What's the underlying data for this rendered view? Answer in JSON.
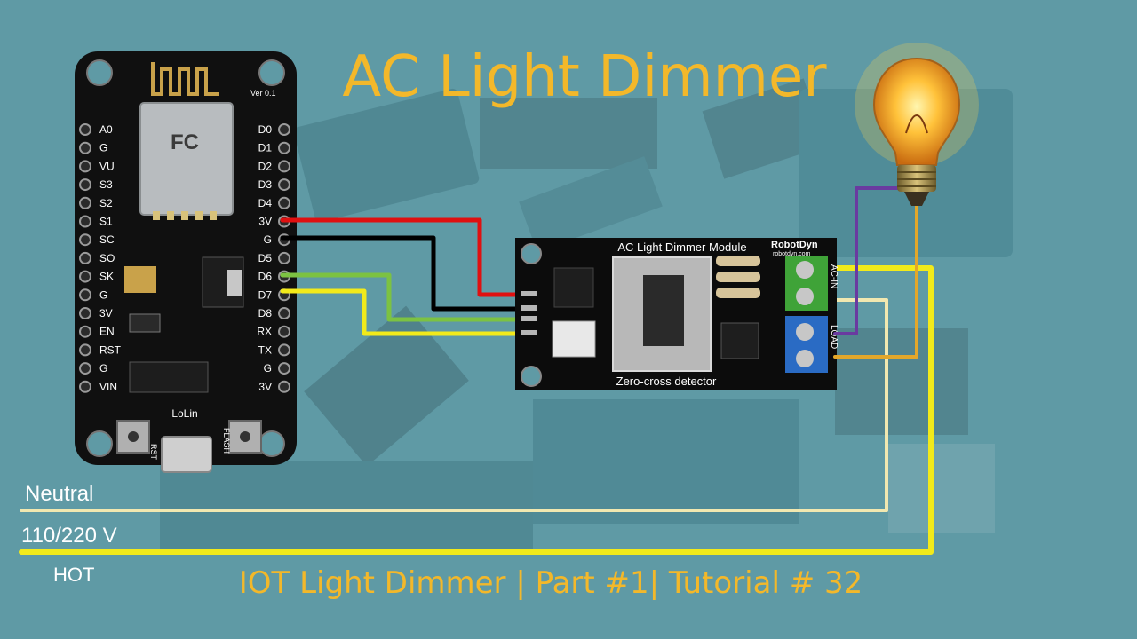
{
  "title": "AC Light Dimmer",
  "subtitle": "IOT Light Dimmer | Part #1| Tutorial # 32",
  "colors": {
    "background": "#5f9aa5",
    "title": "#f3b82a",
    "wire_3v": "#e01010",
    "wire_gnd": "#000000",
    "wire_d6": "#7cc242",
    "wire_d7": "#f2ea1a",
    "neutral_line": "#f1e8b0",
    "hot_line": "#f2ea1a",
    "lamp_wire": "#6a3aa0",
    "lamp_wire2": "#e3a72a"
  },
  "nodemcu": {
    "version": "Ver 0.1",
    "brand": "LoLin",
    "left_pins": [
      "A0",
      "G",
      "VU",
      "S3",
      "S2",
      "S1",
      "SC",
      "SO",
      "SK",
      "G",
      "3V",
      "EN",
      "RST",
      "G",
      "VIN"
    ],
    "right_pins": [
      "D0",
      "D1",
      "D2",
      "D3",
      "D4",
      "3V",
      "G",
      "D5",
      "D6",
      "D7",
      "D8",
      "RX",
      "TX",
      "G",
      "3V"
    ],
    "rst_label": "RST",
    "flash_label": "FLASH"
  },
  "dimmer": {
    "title": "AC Light Dimmer Module",
    "brand": "RobotDyn",
    "brand_url": "robotdyn.com",
    "footer": "Zero-cross detector",
    "ac_in_label": "AC-IN",
    "load_label": "LOAD"
  },
  "mains": {
    "neutral_label": "Neutral",
    "voltage_label": "110/220 V",
    "hot_label": "HOT"
  },
  "icons": [
    "bulb-icon"
  ]
}
